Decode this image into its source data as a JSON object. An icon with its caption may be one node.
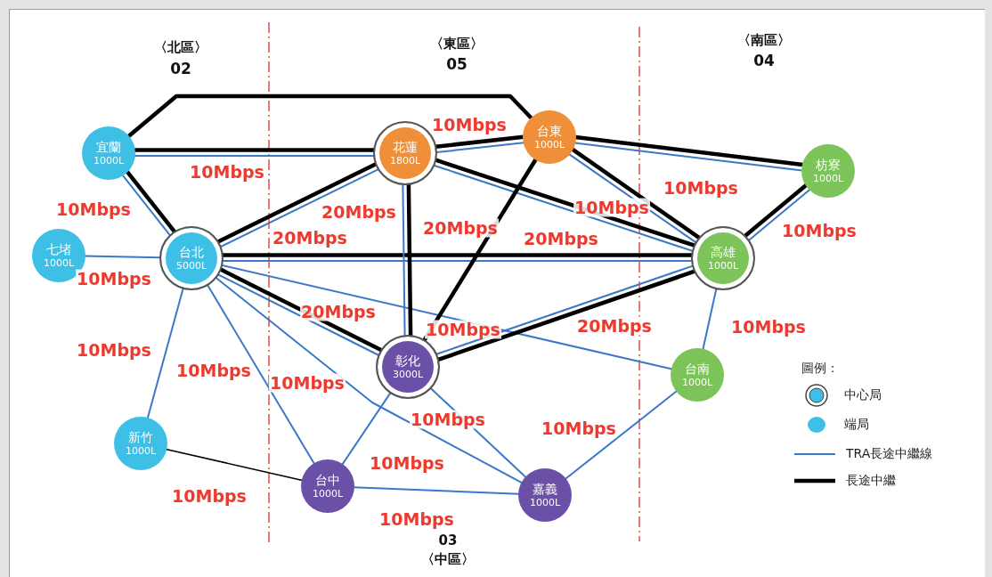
{
  "diagram": {
    "nodes": [
      {
        "text": [
          "宜蘭",
          "1000L"
        ]
      },
      {
        "text": [
          "花蓮",
          "1800L"
        ]
      },
      {
        "text": [
          "台東",
          "1000L"
        ]
      },
      {
        "text": [
          "七堵",
          "1000L"
        ]
      },
      {
        "text": [
          "台北",
          "5000L"
        ]
      },
      {
        "text": [
          "高雄",
          "1000L"
        ]
      },
      {
        "text": [
          "枋寮",
          "1000L"
        ]
      },
      {
        "text": [
          "彰化",
          "3000L"
        ]
      },
      {
        "text": [
          "台南",
          "1000L"
        ]
      },
      {
        "text": [
          "新竹",
          "1000L"
        ]
      },
      {
        "text": [
          "台中",
          "1000L"
        ]
      },
      {
        "text": [
          "嘉義",
          "1000L"
        ]
      }
    ],
    "edges": [
      {
        "from": 0,
        "to": 2,
        "arrow": "none",
        "style": "thick",
        "color": "#000000"
      },
      {
        "from": 0,
        "to": 1,
        "arrow": "none",
        "style": "thick",
        "color": "#000000"
      },
      {
        "from": 0,
        "to": 1,
        "arrow": "none",
        "label": "10Mbps"
      },
      {
        "from": 0,
        "to": 4,
        "arrow": "none",
        "style": "thick",
        "color": "#000000"
      },
      {
        "from": 0,
        "to": 4,
        "arrow": "none",
        "label": "10Mbps"
      },
      {
        "from": 3,
        "to": 4,
        "arrow": "none",
        "label": "10Mbps"
      },
      {
        "from": 4,
        "to": 1,
        "arrow": "none",
        "style": "thick",
        "color": "#000000"
      },
      {
        "from": 4,
        "to": 1,
        "arrow": "none",
        "label": "20Mbps"
      },
      {
        "from": 4,
        "to": 5,
        "arrow": "none",
        "label": "20Mbps"
      },
      {
        "from": 4,
        "to": 5,
        "arrow": "none",
        "style": "thick",
        "color": "#000000"
      },
      {
        "from": 4,
        "to": 7,
        "arrow": "none",
        "style": "thick",
        "color": "#000000"
      },
      {
        "from": 4,
        "to": 7,
        "arrow": "none",
        "label": "20Mbps"
      },
      {
        "from": 4,
        "to": 8,
        "arrow": "none",
        "label": "10Mbps"
      },
      {
        "from": 4,
        "to": 11,
        "arrow": "none",
        "label": "10Mbps"
      },
      {
        "from": 4,
        "to": 10,
        "arrow": "none",
        "label": "10Mbps"
      },
      {
        "from": 4,
        "to": 9,
        "arrow": "none",
        "label": "10Mbps"
      },
      {
        "from": 1,
        "to": 2,
        "arrow": "none",
        "style": "thick",
        "color": "#000000"
      },
      {
        "from": 1,
        "to": 2,
        "arrow": "none",
        "label": "10Mbps"
      },
      {
        "from": 1,
        "to": 7,
        "arrow": "none"
      },
      {
        "from": 1,
        "to": 7,
        "arrow": "none",
        "style": "thick",
        "color": "#000000",
        "label": "20Mbps"
      },
      {
        "from": 1,
        "to": 5,
        "arrow": "none",
        "style": "thick",
        "color": "#000000"
      },
      {
        "from": 1,
        "to": 5,
        "arrow": "none",
        "label": "20Mbps"
      },
      {
        "from": 2,
        "to": 7,
        "arrow": "none",
        "style": "thick",
        "color": "#000000"
      },
      {
        "from": 2,
        "to": 5,
        "arrow": "none",
        "style": "thick",
        "color": "#000000"
      },
      {
        "from": 2,
        "to": 5,
        "arrow": "none",
        "label": "10Mbps"
      },
      {
        "from": 2,
        "to": 6,
        "arrow": "none",
        "style": "thick",
        "color": "#000000"
      },
      {
        "from": 2,
        "to": 6,
        "arrow": "none",
        "label": "10Mbps"
      },
      {
        "from": 5,
        "to": 6,
        "arrow": "none",
        "style": "thick",
        "color": "#000000"
      },
      {
        "from": 5,
        "to": 6,
        "arrow": "none",
        "label": "10Mbps"
      },
      {
        "from": 5,
        "to": 7,
        "arrow": "none",
        "style": "thick",
        "color": "#000000"
      },
      {
        "from": 5,
        "to": 7,
        "arrow": "none",
        "label": "20Mbps"
      },
      {
        "from": 5,
        "to": 8,
        "arrow": "none",
        "label": "10Mbps"
      },
      {
        "from": 7,
        "to": 10,
        "arrow": "none",
        "label": "10Mbps"
      },
      {
        "from": 7,
        "to": 11,
        "arrow": "none",
        "label": "10Mbps"
      },
      {
        "from": 10,
        "to": 11,
        "arrow": "none",
        "label": "10Mbps"
      },
      {
        "from": 8,
        "to": 11,
        "arrow": "none",
        "label": "10Mbps"
      },
      {
        "from": 9,
        "to": 10,
        "arrow": "none",
        "color": "#000000",
        "label": "10Mbps"
      }
    ],
    "labels": [
      "〈北區〉",
      "02",
      "〈東區〉",
      "05",
      "〈南區〉",
      "04",
      "圖例：",
      "03",
      "〈中區〉"
    ],
    "legend": [
      {
        "text": "中心局"
      },
      {
        "text": "端局"
      },
      {
        "text": "TRA長途中繼線"
      },
      {
        "text": "長途中繼"
      }
    ]
  }
}
